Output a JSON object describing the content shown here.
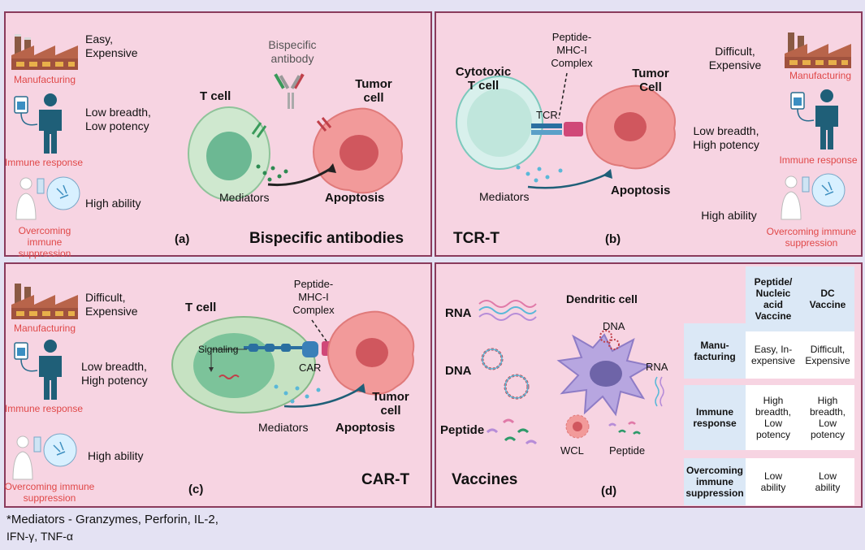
{
  "footer": {
    "line1": "*Mediators - Granzymes, Perforin, IL-2,",
    "line2": "IFN-γ, TNF-α"
  },
  "panel_a": {
    "tag": "(a)",
    "title": "Bispecific antibodies",
    "manufacturing_text": "Easy,\nExpensive",
    "manufacturing_label": "Manufacturing",
    "immune_text": "Low breadth,\nLow potency",
    "immune_label": "Immune response",
    "suppression_text": "High ability",
    "suppression_label": "Overcoming immune\nsuppression",
    "antibody_label": "Bispecific\nantibody",
    "tcell_label": "T cell",
    "tumor_label": "Tumor\ncell",
    "mediators_label": "Mediators",
    "apoptosis_label": "Apoptosis"
  },
  "panel_b": {
    "tag": "(b)",
    "title": "TCR-T",
    "tcell_label": "Cytotoxic\nT cell",
    "complex_label": "Peptide-\nMHC-I\nComplex",
    "tumor_label": "Tumor\nCell",
    "tcr_label": "TCR",
    "mediators_label": "Mediators",
    "apoptosis_label": "Apoptosis",
    "manufacturing_text": "Difficult,\nExpensive",
    "manufacturing_label": "Manufacturing",
    "immune_text": "Low breadth,\nHigh potency",
    "immune_label": "Immune response",
    "suppression_text": "High ability",
    "suppression_label": "Overcoming immune\nsuppression"
  },
  "panel_c": {
    "tag": "(c)",
    "title": "CAR-T",
    "manufacturing_text": "Difficult,\nExpensive",
    "manufacturing_label": "Manufacturing",
    "immune_text": "Low breadth,\nHigh potency",
    "immune_label": "Immune response",
    "suppression_text": "High ability",
    "suppression_label": "Overcoming immune\nsuppression",
    "tcell_label": "T cell",
    "complex_label": "Peptide-\nMHC-I\nComplex",
    "signaling_label": "Signaling",
    "car_label": "CAR",
    "tumor_label": "Tumor\ncell",
    "mediators_label": "Mediators",
    "apoptosis_label": "Apoptosis"
  },
  "panel_d": {
    "tag": "(d)",
    "title": "Vaccines",
    "rna_label": "RNA",
    "dna_label": "DNA",
    "peptide_label": "Peptide",
    "dendritic_label": "Dendritic cell",
    "dc_dna_label": "DNA",
    "dc_rna_label": "RNA",
    "wcl_label": "WCL",
    "dc_peptide_label": "Peptide",
    "table": {
      "col1": "Peptide/\nNucleic\nacid\nVaccine",
      "col2": "DC\nVaccine",
      "rows": [
        {
          "head": "Manu-\nfacturing",
          "c1": "Easy, In-\nexpensive",
          "c2": "Difficult,\nExpensive"
        },
        {
          "head": "Immune\nresponse",
          "c1": "High\nbreadth,\nLow\npotency",
          "c2": "High\nbreadth,\nLow\npotency"
        },
        {
          "head": "Overcoming\nimmune\nsuppression",
          "c1": "Low\nability",
          "c2": "Low\nability"
        }
      ]
    }
  },
  "colors": {
    "panel_bg": "#f7d4e2",
    "panel_border": "#8a3b5c",
    "red_label": "#e04848",
    "tcell_fill": "#cfe8cf",
    "tumor_fill": "#f29a9a",
    "table_head": "#dbe8f6",
    "dendritic_fill": "#b7a6e0"
  }
}
